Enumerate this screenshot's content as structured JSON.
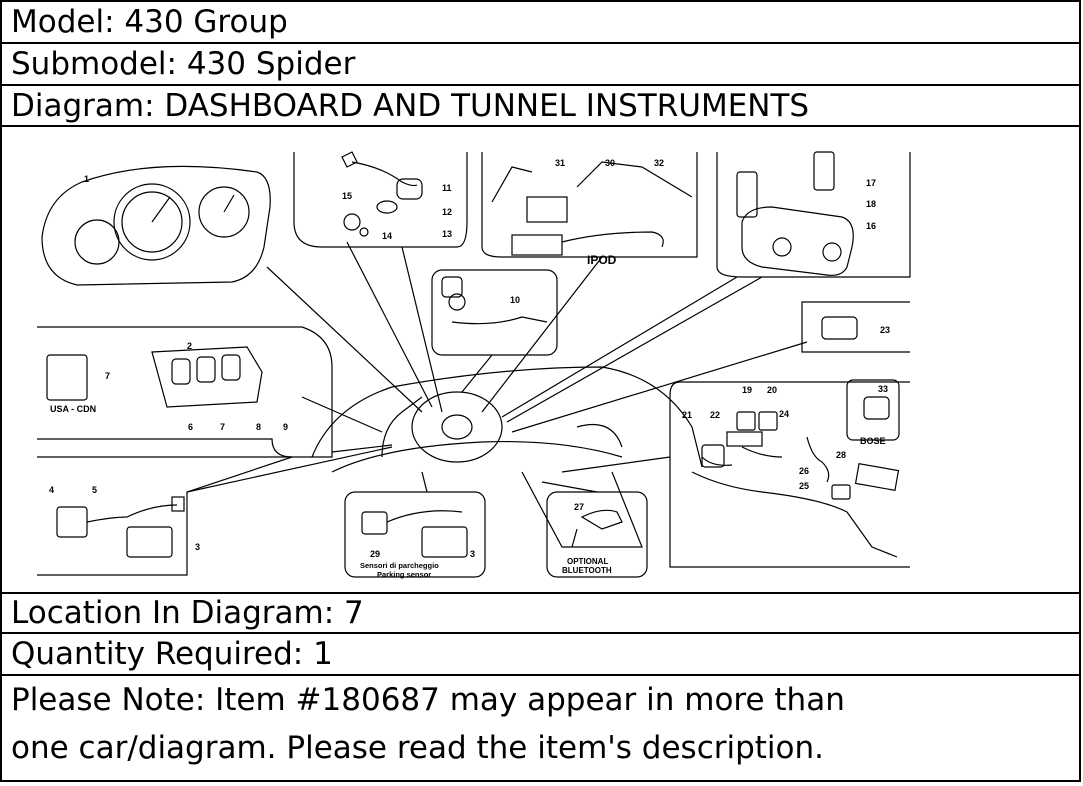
{
  "model": "Model: 430 Group",
  "submodel": "Submodel: 430 Spider",
  "diagram_title": "Diagram: DASHBOARD AND TUNNEL INSTRUMENTS",
  "location": "Location In Diagram: 7",
  "quantity": "Quantity Required: 1",
  "note_line1": "Please Note: Item #180687 may appear in more than",
  "note_line2": "one car/diagram. Please read the item's description.",
  "callouts": {
    "n1": "1",
    "n2": "2",
    "n3a": "3",
    "n3b": "3",
    "n4": "4",
    "n5": "5",
    "n6": "6",
    "n7a": "7",
    "n7b": "7",
    "n8": "8",
    "n9": "9",
    "n10": "10",
    "n11": "11",
    "n12": "12",
    "n13": "13",
    "n14": "14",
    "n15": "15",
    "n16": "16",
    "n17": "17",
    "n18": "18",
    "n19": "19",
    "n20": "20",
    "n21": "21",
    "n22": "22",
    "n23": "23",
    "n24": "24",
    "n25": "25",
    "n26": "26",
    "n27": "27",
    "n28": "28",
    "n29": "29",
    "n30": "30",
    "n31": "31",
    "n32": "32",
    "n33": "33"
  },
  "labels": {
    "ipod": "IPOD",
    "usa_cdn": "USA - CDN",
    "bose": "BOSE",
    "parking_it": "Sensori di parcheggio",
    "parking_en": "Parking sensor",
    "bt1": "OPTIONAL",
    "bt2": "BLUETOOTH"
  }
}
